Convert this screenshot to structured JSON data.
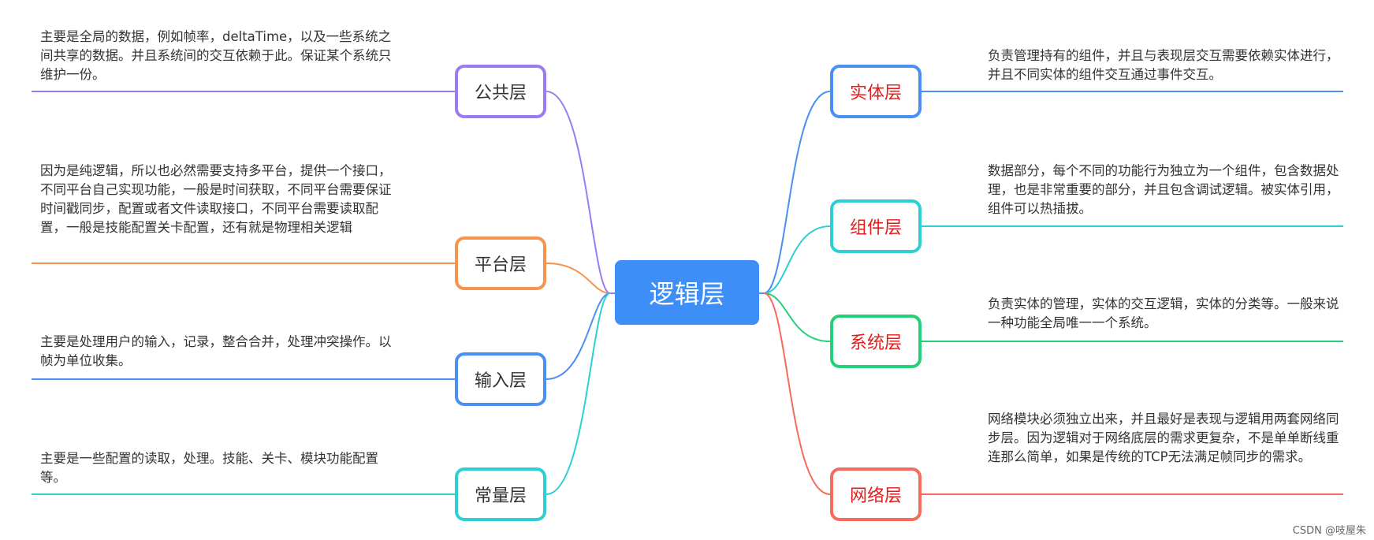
{
  "center": {
    "label": "逻辑层",
    "color": "#3e8ef7"
  },
  "left_branches": [
    {
      "id": "public",
      "label": "公共层",
      "color": "#9b7cf0",
      "description": "主要是全局的数据，例如帧率，deltaTime，以及一些系统之间共享的数据。并且系统间的交互依赖于此。保证某个系统只维护一份。"
    },
    {
      "id": "platform",
      "label": "平台层",
      "color": "#f7934c",
      "description": "因为是纯逻辑，所以也必然需要支持多平台，提供一个接口，不同平台自己实现功能，一般是时间获取，不同平台需要保证时间戳同步，配置或者文件读取接口，不同平台需要读取配置，一般是技能配置关卡配置，还有就是物理相关逻辑"
    },
    {
      "id": "input",
      "label": "输入层",
      "color": "#4a8ff2",
      "description": "主要是处理用户的输入，记录，整合合并，处理冲突操作。以帧为单位收集。"
    },
    {
      "id": "constant",
      "label": "常量层",
      "color": "#2ccfd4",
      "description": "主要是一些配置的读取，处理。技能、关卡、模块功能配置等。"
    }
  ],
  "right_branches": [
    {
      "id": "entity",
      "label": "实体层",
      "color": "#4a8ff2",
      "description": "负责管理持有的组件，并且与表现层交互需要依赖实体进行，并且不同实体的组件交互通过事件交互。"
    },
    {
      "id": "component",
      "label": "组件层",
      "color": "#2ccfd4",
      "description": "数据部分，每个不同的功能行为独立为一个组件，包含数据处理，也是非常重要的部分，并且包含调试逻辑。被实体引用，组件可以热插拔。"
    },
    {
      "id": "system",
      "label": "系统层",
      "color": "#22d17a",
      "description": "负责实体的管理，实体的交互逻辑，实体的分类等。一般来说一种功能全局唯一一个系统。"
    },
    {
      "id": "network",
      "label": "网络层",
      "color": "#f56c5c",
      "description": "网络模块必须独立出来，并且最好是表现与逻辑用两套网络同步层。因为逻辑对于网络底层的需求更复杂，不是单单断线重连那么简单，如果是传统的TCP无法满足帧同步的需求。"
    }
  ],
  "watermark": "CSDN @吱屋朱"
}
